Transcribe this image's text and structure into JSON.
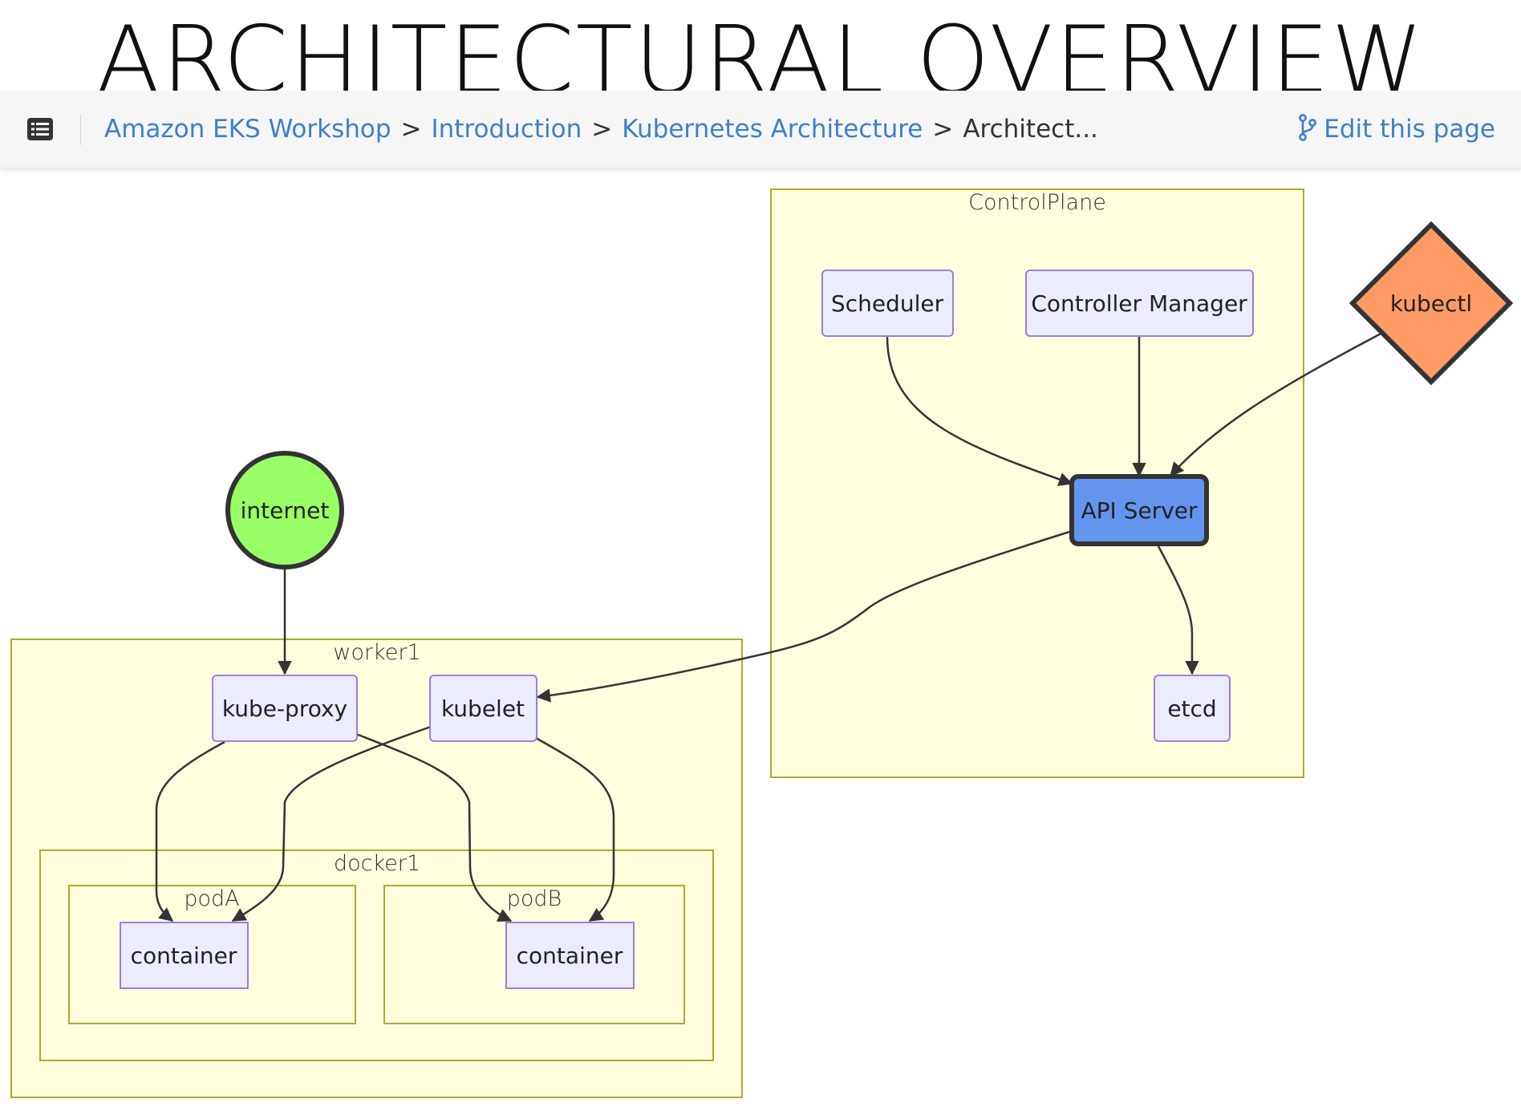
{
  "page": {
    "title": "ARCHITECTURAL OVERVIEW"
  },
  "topbar": {
    "toc_icon": "list-icon",
    "breadcrumbs": [
      {
        "label": "Amazon EKS Workshop",
        "link": true
      },
      {
        "label": "Introduction",
        "link": true
      },
      {
        "label": "Kubernetes Architecture",
        "link": true
      },
      {
        "label": "Architect...",
        "link": false
      }
    ],
    "separator": ">",
    "edit_icon": "git-branch-icon",
    "edit_label": "Edit this page"
  },
  "diagram": {
    "clusters": {
      "control_plane": "ControlPlane",
      "worker1": "worker1",
      "docker1": "docker1",
      "podA": "podA",
      "podB": "podB"
    },
    "nodes": {
      "scheduler": "Scheduler",
      "controller_manager": "Controller Manager",
      "kubectl": "kubectl",
      "api_server": "API Server",
      "etcd": "etcd",
      "internet": "internet",
      "kube_proxy": "kube-proxy",
      "kubelet": "kubelet",
      "container_a": "container",
      "container_b": "container"
    },
    "edges": [
      {
        "from": "Scheduler",
        "to": "API Server"
      },
      {
        "from": "Controller Manager",
        "to": "API Server"
      },
      {
        "from": "kubectl",
        "to": "API Server"
      },
      {
        "from": "API Server",
        "to": "etcd"
      },
      {
        "from": "API Server",
        "to": "kubelet"
      },
      {
        "from": "internet",
        "to": "kube-proxy"
      },
      {
        "from": "kube-proxy",
        "to": "container (podA)"
      },
      {
        "from": "kube-proxy",
        "to": "container (podB)"
      },
      {
        "from": "kubelet",
        "to": "container (podA)"
      },
      {
        "from": "kubelet",
        "to": "container (podB)"
      }
    ],
    "colors": {
      "cluster_fill": "#ffffde",
      "cluster_stroke": "#aaaa33",
      "node_fill": "#ececff",
      "node_stroke": "#9370db",
      "kubectl_fill": "#ff9966",
      "api_server_fill": "#6495ed",
      "internet_fill": "#99ff66",
      "link": "#3d7fcc"
    }
  }
}
